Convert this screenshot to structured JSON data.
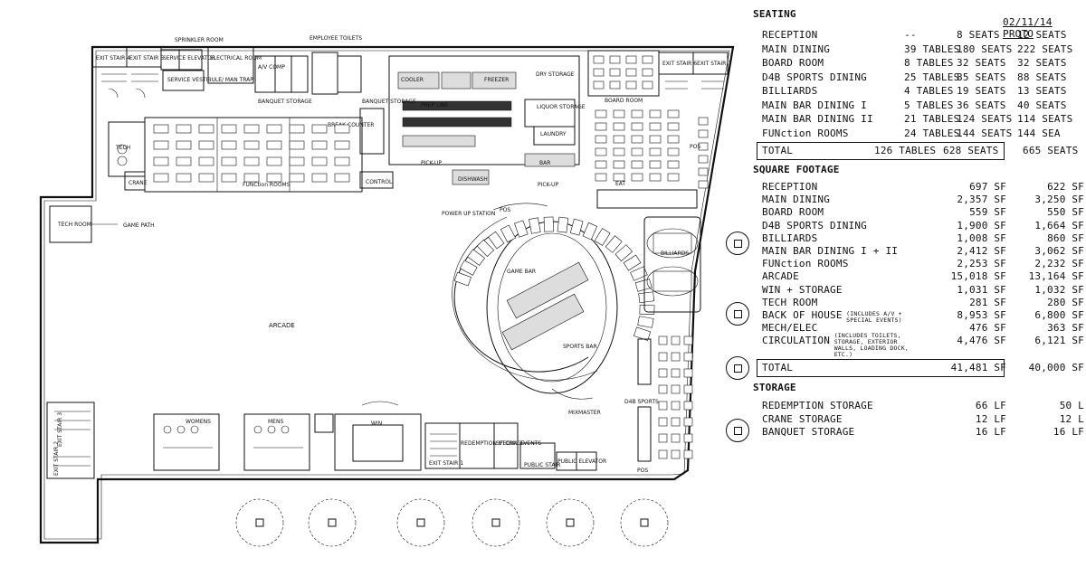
{
  "floor_plan": {
    "labels": {
      "exit_stair_4": "EXIT STAIR 4",
      "exit_stair_5": "EXIT STAIR 5",
      "sprinkler_room": "SPRINKLER ROOM",
      "service_elevator": "SERVICE ELEVATOR",
      "service_vestibule": "SERVICE VESTIBULE/ MAN TRAP",
      "electrical_room": "ELECTRICAL ROOM",
      "employee_toilets": "EMPLOYEE TOILETS",
      "av_comp": "A/V COMP",
      "cooler": "COOLER",
      "freezer": "FREEZER",
      "dry_storage": "DRY STORAGE",
      "exit_stair_6": "EXIT STAIR 6",
      "exit_stair_7": "EXIT STAIR 7",
      "board_room": "BOARD ROOM",
      "banquet_storage_1": "BANQUET STORAGE",
      "break_counter": "BREAK COUNTER",
      "banquet_storage_2": "BANQUET STORAGE",
      "prep_line": "PREP LINE",
      "liquor_storage": "LIQUOR STORAGE",
      "laundry": "LAUNDRY",
      "tech": "TECH",
      "crane": "CRANE",
      "function_rooms": "FUNCtion ROOMS",
      "pick_up_1": "PICK-UP",
      "control": "CONTROL",
      "dishwash": "DISHWASH",
      "bar": "BAR",
      "pick_up_2": "PICK-UP",
      "eat": "EAT",
      "pos": "POS",
      "tech_room": "TECH ROOM",
      "game_path": "GAME PATH",
      "power_up_station": "POWER UP STATION",
      "billiards": "BILLIARDS",
      "game_bar": "GAME BAR",
      "sports_bar": "SPORTS BAR",
      "arcade": "ARCADE",
      "mixmaster": "MIXMASTER",
      "d4b_sports": "D4B SPORTS",
      "womens": "WOMENS",
      "mens": "MENS",
      "win": "WIN",
      "exit_stair_1": "EXIT STAIR 1",
      "redemption_storage": "REDEMPTION STORAGE",
      "special_events": "SPECIAL EVENTS",
      "public_stair": "PUBLIC STAIR",
      "public_elevator": "PUBLIC ELEVATOR",
      "exit_stair_2": "EXIT STAIR 2",
      "exit_stair_3": "EXIT STAIR 3"
    }
  },
  "schedule": {
    "seating_title": "SEATING",
    "proto_header": "02/11/14 PROTO",
    "seating_rows": [
      {
        "name": "RECEPTION",
        "tables": "--",
        "seats": "8 SEATS",
        "proto": "12 SEATS"
      },
      {
        "name": "MAIN DINING",
        "tables": "39 TABLES",
        "seats": "180 SEATS",
        "proto": "222 SEATS"
      },
      {
        "name": "BOARD ROOM",
        "tables": "8 TABLES",
        "seats": "32 SEATS",
        "proto": "32 SEATS"
      },
      {
        "name": "D4B SPORTS DINING",
        "tables": "25 TABLES",
        "seats": "85 SEATS",
        "proto": "88 SEATS"
      },
      {
        "name": "BILLIARDS",
        "tables": "4 TABLES",
        "seats": "19 SEATS",
        "proto": "13 SEATS"
      },
      {
        "name": "MAIN BAR DINING I",
        "tables": "5 TABLES",
        "seats": "36 SEATS",
        "proto": "40 SEATS"
      },
      {
        "name": "MAIN BAR DINING II",
        "tables": "21 TABLES",
        "seats": "124 SEATS",
        "proto": "114 SEATS"
      },
      {
        "name": "FUNction ROOMS",
        "tables": "24 TABLES",
        "seats": "144 SEATS",
        "proto": "144 SEA"
      }
    ],
    "seating_total": {
      "name": "TOTAL",
      "tables": "126 TABLES",
      "seats": "628 SEATS",
      "proto": "665 SEATS"
    },
    "sf_title": "SQUARE FOOTAGE",
    "sf_rows": [
      {
        "name": "RECEPTION",
        "sf": "697 SF",
        "proto": "622 SF"
      },
      {
        "name": "MAIN DINING",
        "sf": "2,357 SF",
        "proto": "3,250 SF"
      },
      {
        "name": "BOARD ROOM",
        "sf": "559 SF",
        "proto": "550 SF"
      },
      {
        "name": "D4B SPORTS DINING",
        "sf": "1,900 SF",
        "proto": "1,664 SF"
      },
      {
        "name": "BILLIARDS",
        "sf": "1,008 SF",
        "proto": "860 SF"
      },
      {
        "name": "MAIN BAR DINING I + II",
        "sf": "2,412 SF",
        "proto": "3,062 SF"
      },
      {
        "name": "FUNction ROOMS",
        "sf": "2,253 SF",
        "proto": "2,232 SF"
      },
      {
        "name": "ARCADE",
        "sf": "15,018 SF",
        "proto": "13,164 SF"
      },
      {
        "name": "WIN + STORAGE",
        "sf": "1,031 SF",
        "proto": "1,032 SF"
      },
      {
        "name": "TECH ROOM",
        "sf": "281 SF",
        "proto": "280 SF"
      },
      {
        "name": "BACK OF HOUSE",
        "note": "(INCLUDES A/V + SPECIAL EVENTS)",
        "sf": "8,953 SF",
        "proto": "6,800 SF"
      },
      {
        "name": "MECH/ELEC",
        "sf": "476 SF",
        "proto": "363 SF"
      },
      {
        "name": "CIRCULATION",
        "note": "(INCLUDES TOILETS, STORAGE, EXTERIOR WALLS, LOADING DOCK, ETC.)",
        "sf": "4,476 SF",
        "proto": "6,121 SF"
      }
    ],
    "sf_total": {
      "name": "TOTAL",
      "sf": "41,481 SF",
      "proto": "40,000 SF"
    },
    "storage_title": "STORAGE",
    "storage_rows": [
      {
        "name": "REDEMPTION STORAGE",
        "lf": "66 LF",
        "proto": "50 L"
      },
      {
        "name": "CRANE STORAGE",
        "lf": "12 LF",
        "proto": "12 L"
      },
      {
        "name": "BANQUET STORAGE",
        "lf": "16 LF",
        "proto": "16 LF"
      }
    ]
  }
}
